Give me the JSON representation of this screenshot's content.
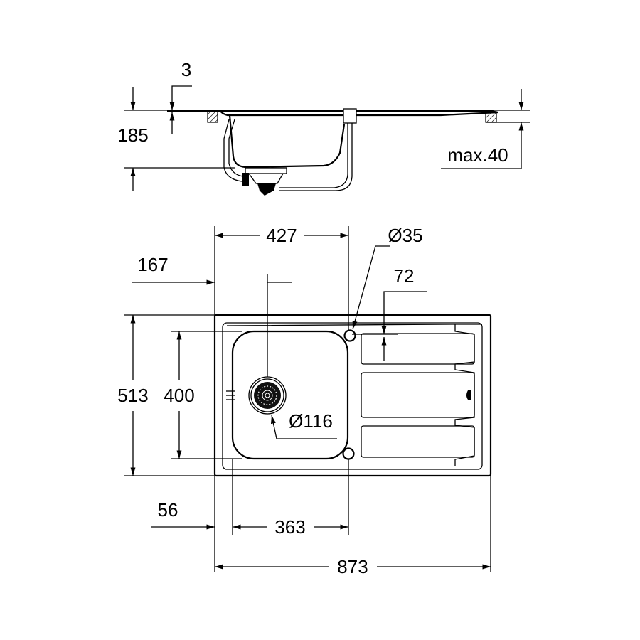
{
  "side_view": {
    "dim_thickness": "3",
    "dim_depth": "185",
    "dim_counter_max": "max.40"
  },
  "plan_view": {
    "dim_bowl_width": "427",
    "dim_tap_hole": "Ø35",
    "dim_drainer_offset": "72",
    "dim_drain_offset": "167",
    "dim_overall_depth": "513",
    "dim_bowl_depth": "400",
    "dim_drain_diameter": "Ø116",
    "dim_rim_offset": "56",
    "dim_bowl_inner_width": "363",
    "dim_overall_width": "873"
  }
}
